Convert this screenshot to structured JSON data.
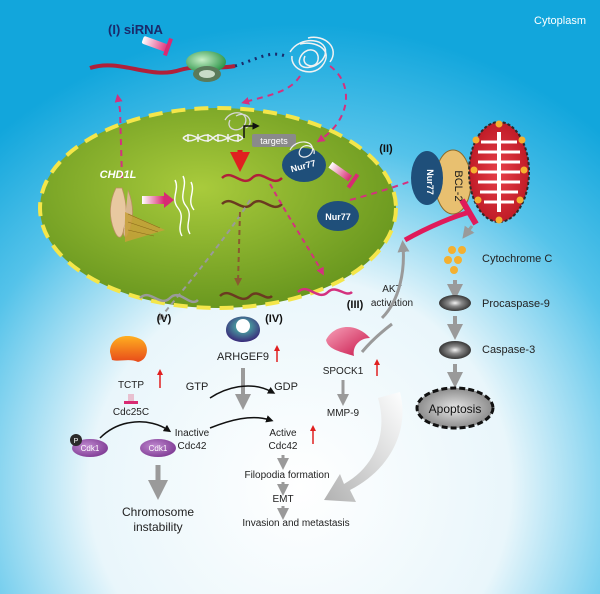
{
  "region_label": "Cytoplasm",
  "pathway_labels": {
    "sirna": "(I) siRNA",
    "ii": "(II)",
    "iii": "(III)",
    "iv": "(IV)",
    "v": "(V)"
  },
  "nucleus": {
    "gene": "CHD1L",
    "promoter_label": "targets"
  },
  "proteins": {
    "nur77_a": "Nur77",
    "nur77_b": "Nur77",
    "nur77_c": "Nur77",
    "bcl2": "BCL-2"
  },
  "apoptosis_path": {
    "cytochrome": "Cytochrome C",
    "procaspase": "Procaspase-9",
    "caspase": "Caspase-3",
    "apoptosis": "Apoptosis"
  },
  "spock_path": {
    "akt": "AKT",
    "activation": "activation",
    "spock1": "SPOCK1",
    "mmp9": "MMP-9"
  },
  "arhgef_path": {
    "arhgef9": "ARHGEF9",
    "gtp": "GTP",
    "gdp": "GDP",
    "inactive": "Inactive",
    "active": "Active",
    "cdc42_a": "Cdc42",
    "cdc42_b": "Cdc42",
    "filopodia": "Filopodia formation",
    "emt": "EMT",
    "invasion": "Invasion and metastasis"
  },
  "tctp_path": {
    "tctp": "TCTP",
    "cdc25c": "Cdc25C",
    "p": "P",
    "cdk1_a": "Cdk1",
    "cdk1_b": "Cdk1",
    "chromosome": "Chromosome",
    "instability": "instability"
  },
  "colors": {
    "cytoplasm_top": "#1bb2e4",
    "cytoplasm_bottom": "#ffffff",
    "nucleus": "#8fbb2a",
    "nucleus_border": "#f4e64a",
    "mrna": "#b0203a",
    "arrow_gray": "#9a9a9a",
    "arrow_magenta": "#d4317e",
    "up_arrow": "#e02020",
    "cdk1": "#8e4fa1",
    "nur77": "#1f4f7a"
  }
}
